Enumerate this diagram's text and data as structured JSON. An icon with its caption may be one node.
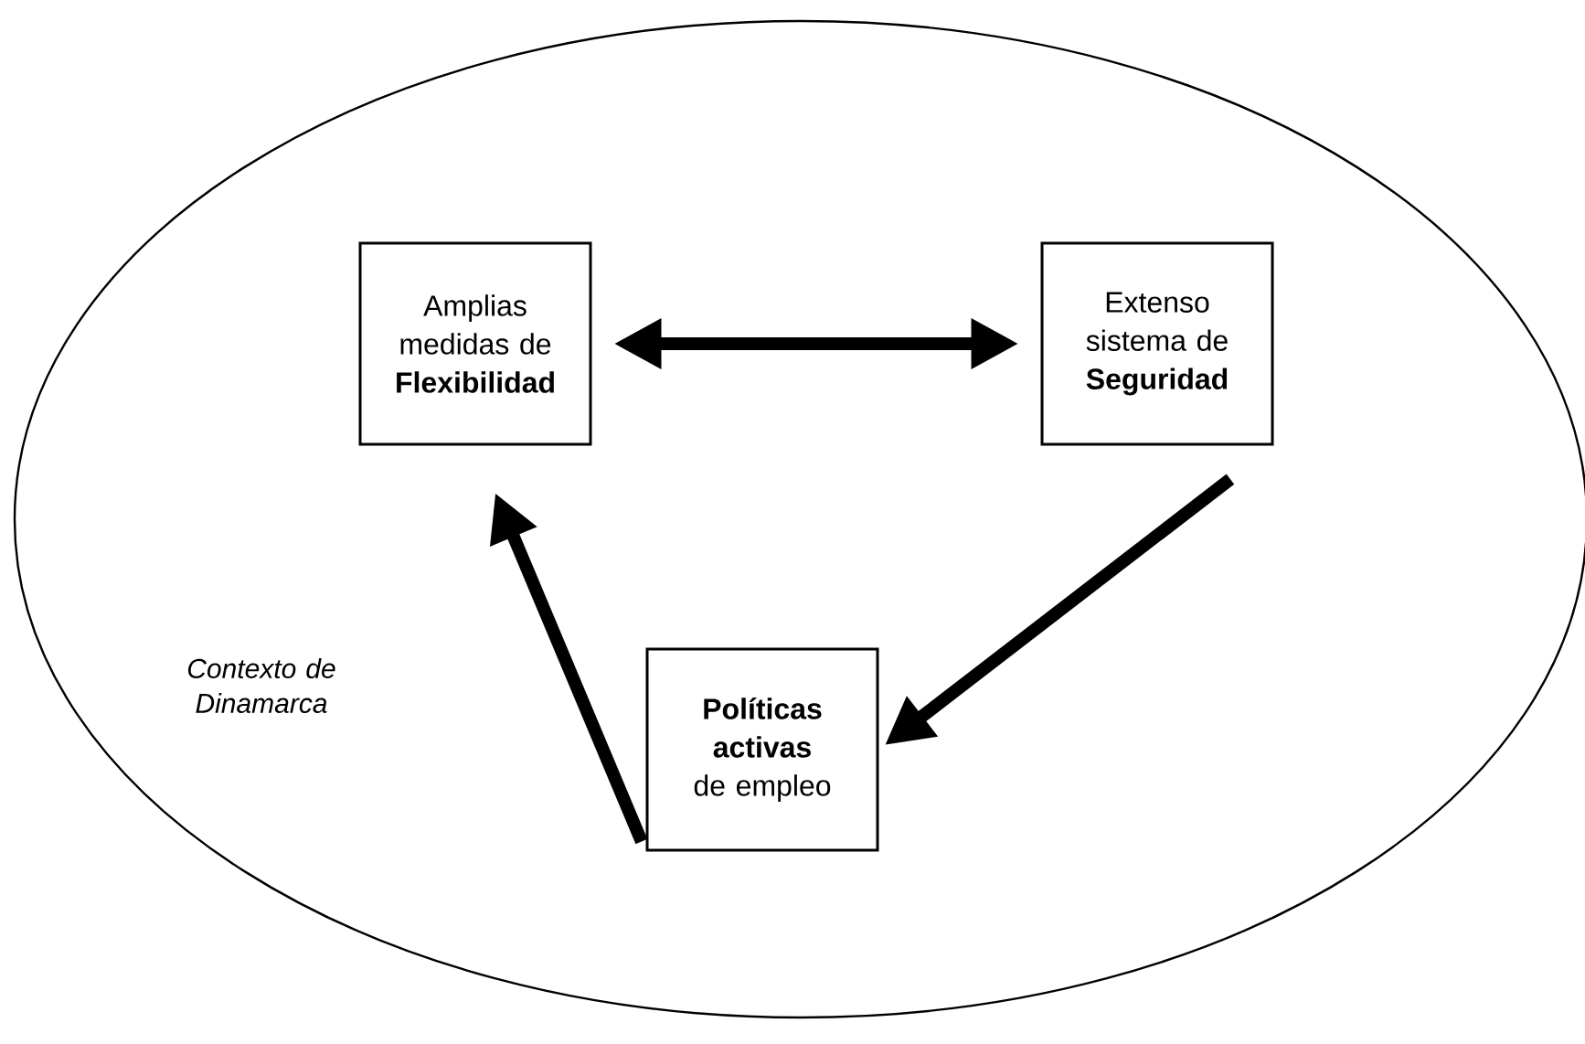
{
  "diagram": {
    "nodes": [
      {
        "text": [
          "Contexto de Dinamarca"
        ]
      },
      {
        "text": [
          "Amplias medidas de **Flexibilidad**"
        ],
        "in": 0
      },
      {
        "text": [
          "Extenso sistema de **Seguridad**"
        ],
        "in": 0
      },
      {
        "text": [
          "**Políticas activas** de empleo"
        ],
        "in": 0
      }
    ],
    "edges": [
      {
        "from": 1,
        "to": 2,
        "arrow": "both"
      },
      {
        "from": 2,
        "to": 3,
        "arrow": "to"
      },
      {
        "from": 3,
        "to": 1,
        "arrow": "to"
      }
    ]
  }
}
